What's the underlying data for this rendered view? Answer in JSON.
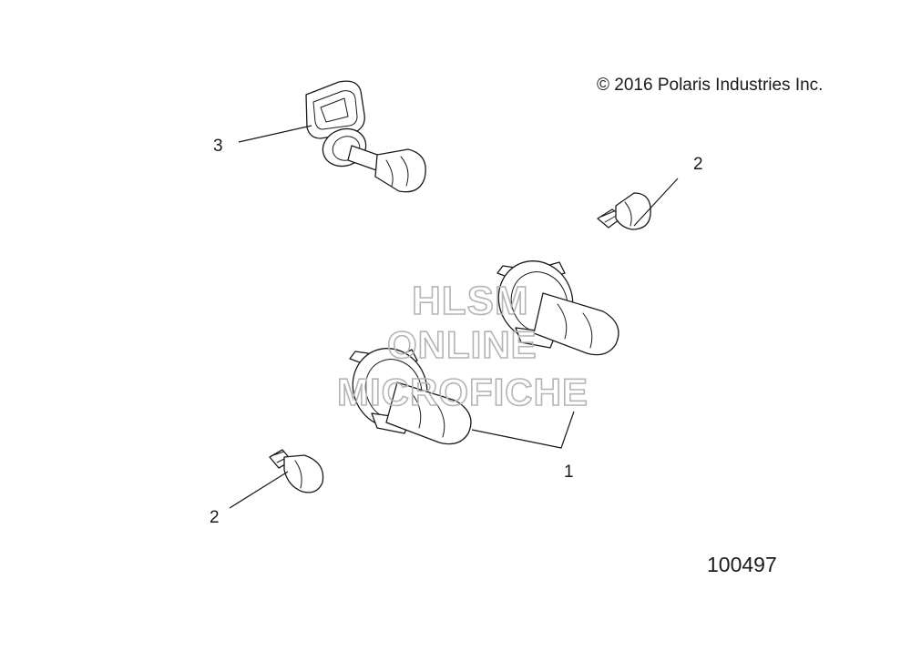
{
  "copyright": "© 2016 Polaris Industries Inc.",
  "figure_number": "100497",
  "watermark": {
    "line1": "HLSM",
    "line2": "ONLINE",
    "line3": "MICROFICHE"
  },
  "callouts": {
    "headlamp_bulbs": "1",
    "wedge_bulb_upper": "2",
    "wedge_bulb_lower": "2",
    "fog_bulb": "3"
  }
}
